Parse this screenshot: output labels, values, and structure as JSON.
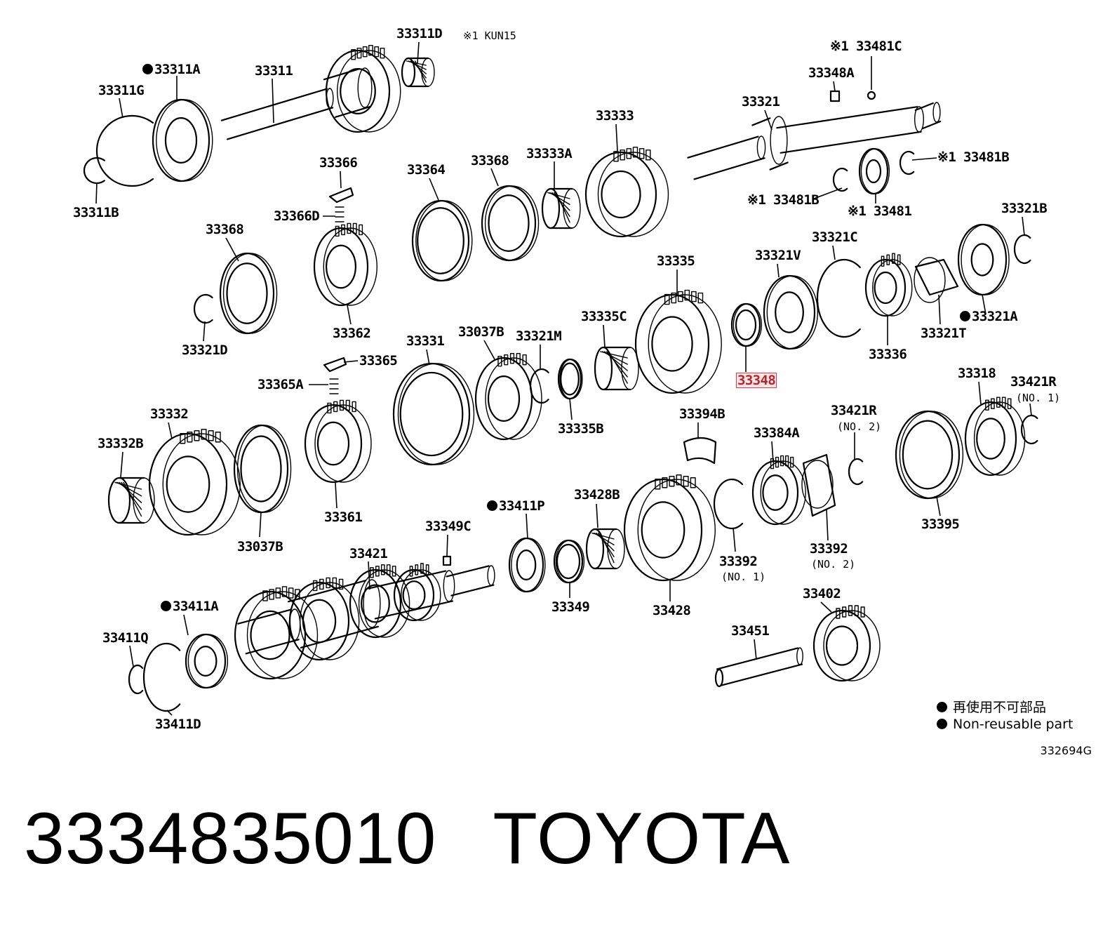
{
  "diagram": {
    "labels": {
      "l33311D": "33311D",
      "note_kun15": "※1 KUN15",
      "l33311A": "33311A",
      "l33311": "33311",
      "l33311G": "33311G",
      "l33311B": "33311B",
      "l33481C": "※1 33481C",
      "l33348A": "33348A",
      "l33321": "33321",
      "l33481B_r": "※1 33481B",
      "l33481B_l": "※1 33481B",
      "l33481": "※1 33481",
      "l33333": "33333",
      "l33364": "33364",
      "l33368_top": "33368",
      "l33333A": "33333A",
      "l33366": "33366",
      "l33366D": "33366D",
      "l33368_left": "33368",
      "l33362": "33362",
      "l33321D": "33321D",
      "l33321B": "33321B",
      "l33321C": "33321C",
      "l33321V": "33321V",
      "l33335": "33335",
      "l33321A": "33321A",
      "l33321T": "33321T",
      "l33336": "33336",
      "l33348": "33348",
      "l33331": "33331",
      "l33037B_top": "33037B",
      "l33321M": "33321M",
      "l33335C": "33335C",
      "l33335B": "33335B",
      "l33365": "33365",
      "l33365A": "33365A",
      "l33318": "33318",
      "l33421R_no1": "33421R",
      "no1_a": "(NO. 1)",
      "l33394B": "33394B",
      "l33421R_no2": "33421R",
      "no2_a": "(NO. 2)",
      "l33384A": "33384A",
      "l33395": "33395",
      "l33332": "33332",
      "l33332B": "33332B",
      "l33037B_bot": "33037B",
      "l33361": "33361",
      "l33349C": "33349C",
      "l33411P": "33411P",
      "l33428B": "33428B",
      "l33392_no1": "33392",
      "no1_b": "(NO. 1)",
      "l33392_no2": "33392",
      "no2_b": "(NO. 2)",
      "l33421": "33421",
      "l33349": "33349",
      "l33428": "33428",
      "l33411A": "33411A",
      "l33411Q": "33411Q",
      "l33411D": "33411D",
      "l33402": "33402",
      "l33451": "33451"
    },
    "legend": {
      "line1": "再使用不可部品",
      "line2": "Non-reusable part"
    },
    "figure_code": "332694G"
  },
  "caption": {
    "part_number": "3334835010",
    "brand": "TOYOTA"
  },
  "colors": {
    "highlight_border": "#e63946",
    "highlight_fill": "#fde2e4",
    "line": "#000000"
  }
}
